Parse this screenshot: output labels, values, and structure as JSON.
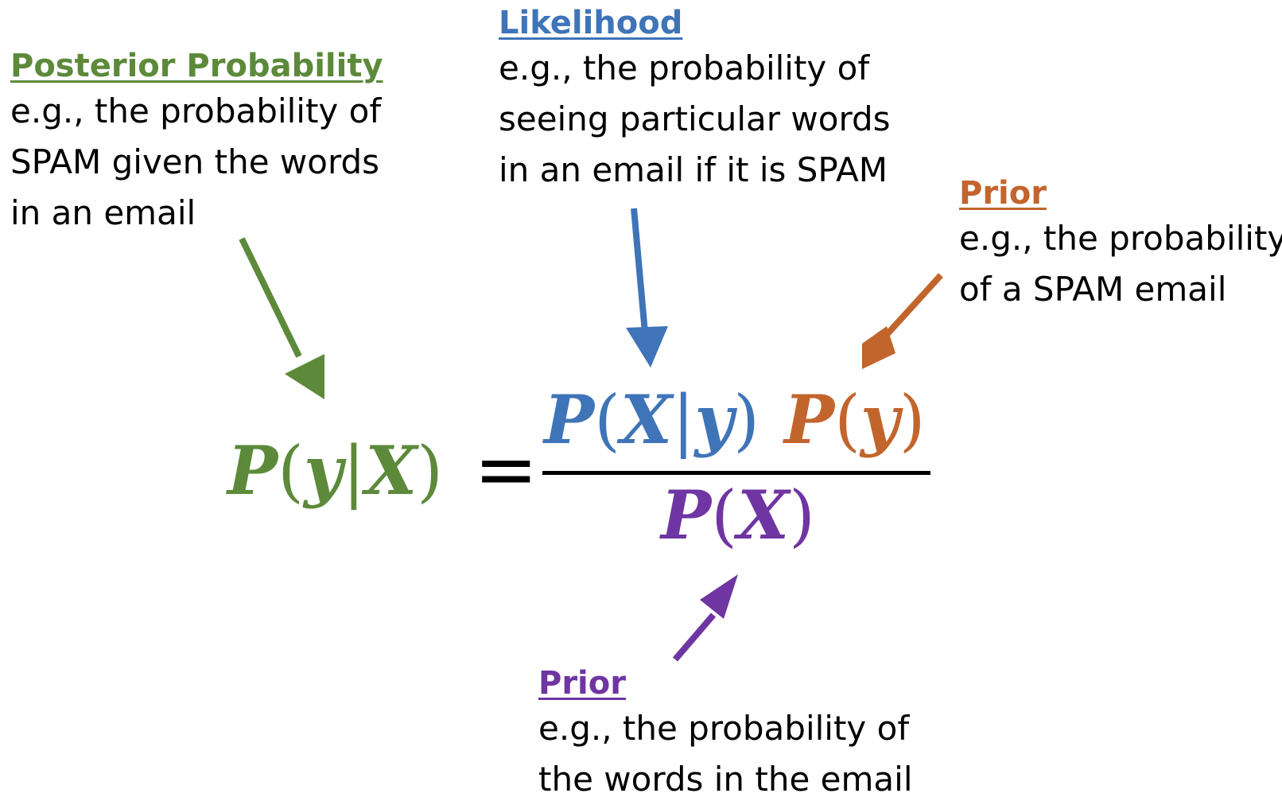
{
  "colors": {
    "posterior": "#5c8a3a",
    "likelihood": "#3f74b8",
    "prior_y": "#c2652d",
    "prior_x": "#6f35a2",
    "text": "#000000"
  },
  "posterior": {
    "heading": "Posterior Probability",
    "lines": [
      "e.g., the probability of",
      "SPAM given the words",
      "in an email"
    ]
  },
  "likelihood": {
    "heading": "Likelihood",
    "lines": [
      "e.g., the probability of",
      "seeing particular words",
      "in an email if it is SPAM"
    ]
  },
  "prior_y": {
    "heading": "Prior",
    "lines": [
      "e.g., the probability",
      "of a SPAM email"
    ]
  },
  "prior_x": {
    "heading": "Prior",
    "lines": [
      "e.g., the probability of",
      "the words in the email"
    ]
  },
  "formula": {
    "P": "P",
    "y": "y",
    "X": "X",
    "open": "(",
    "close": ")",
    "bar": "|",
    "equals": "="
  }
}
